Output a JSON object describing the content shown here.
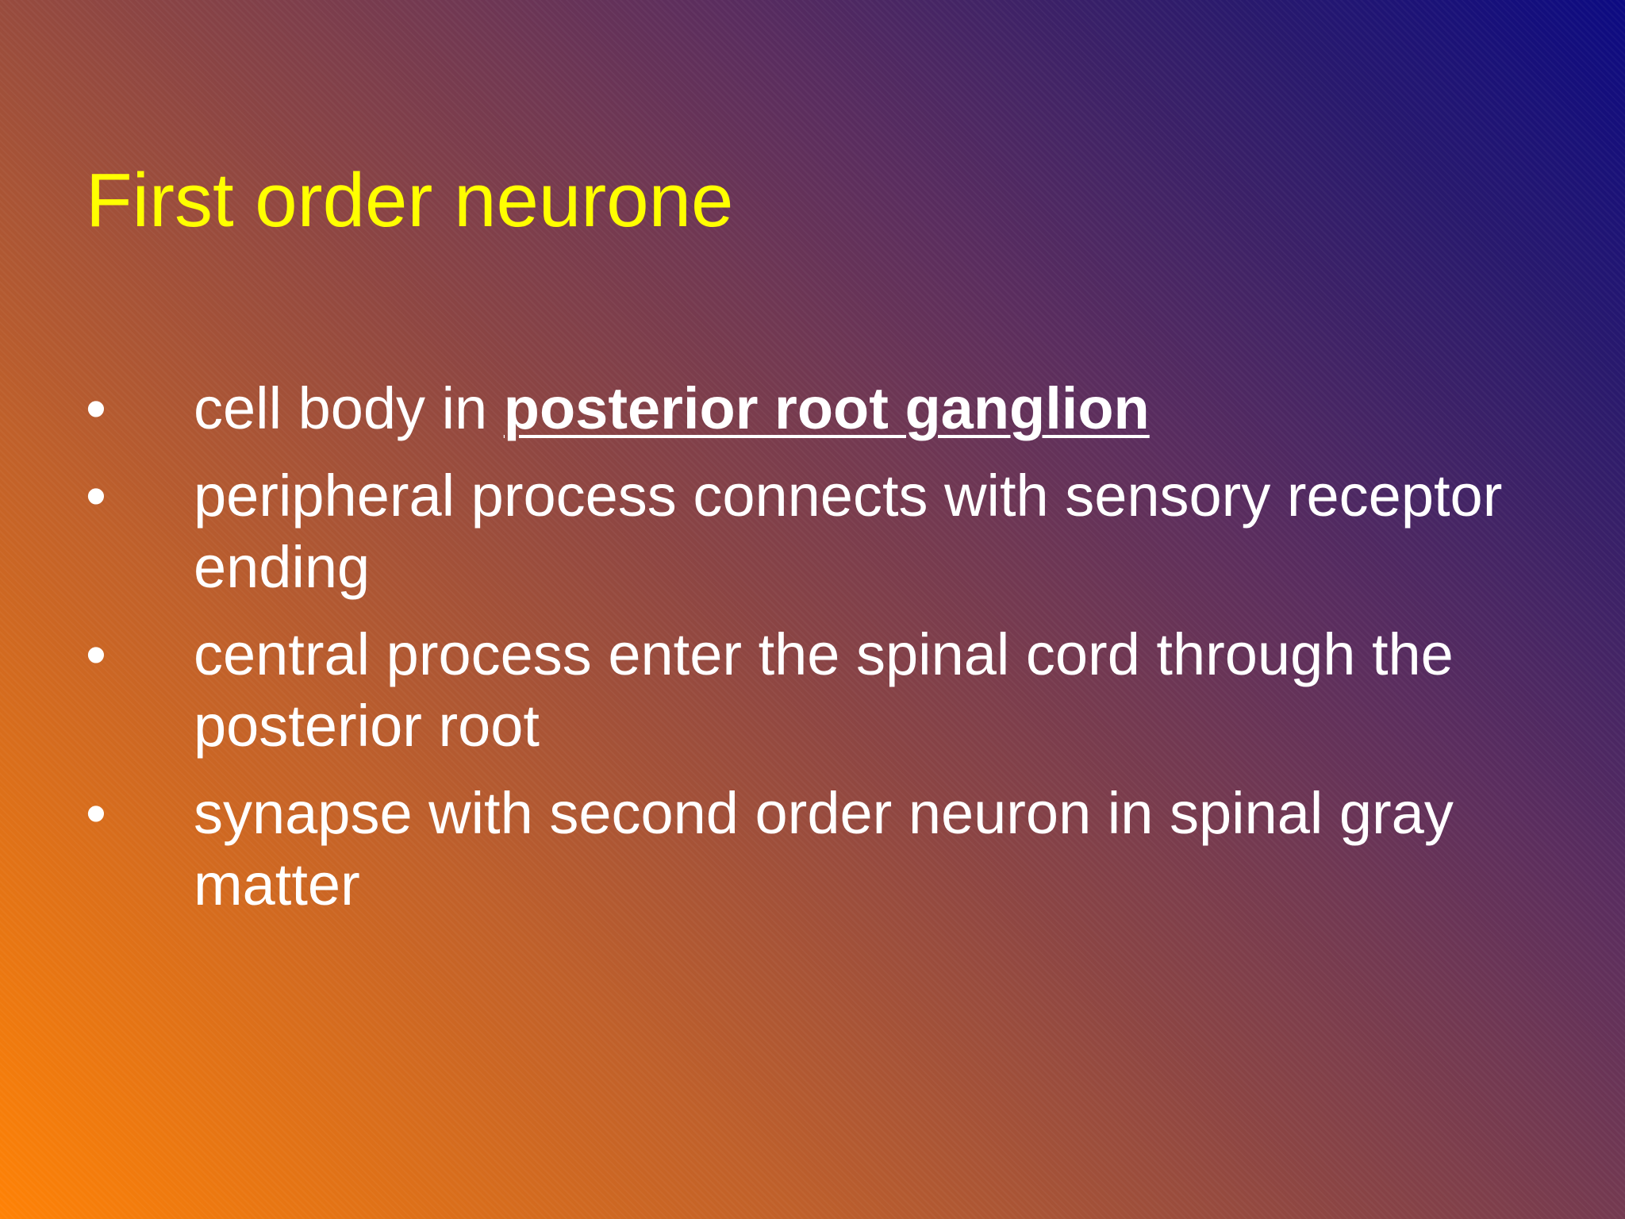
{
  "colors": {
    "title": "#ffff00",
    "body_text": "#ffffff"
  },
  "slide": {
    "title": "First order neurone",
    "bullet_glyph": "•",
    "bullets": [
      {
        "text": "cell body in ",
        "emphasis": "posterior root ganglion"
      },
      {
        "text": "peripheral process connects with sensory receptor ending"
      },
      {
        "text": "central process enter the spinal cord through the posterior root"
      },
      {
        "text": "synapse with second order neuron in spinal gray matter"
      }
    ]
  }
}
